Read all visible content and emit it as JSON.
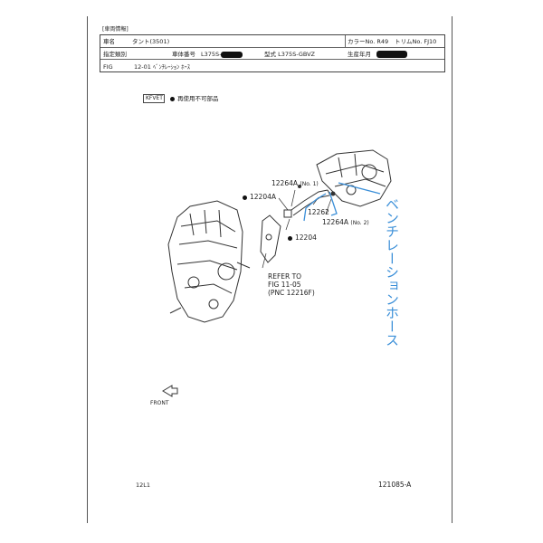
{
  "header": {
    "section_title": "[車両情報]",
    "row1": {
      "car_name_label": "車名",
      "car_name_value": "タント(3501)",
      "color_no": "カラーNo. R49",
      "trim_no": "トリムNo. FJ10"
    },
    "row2": {
      "designation_label": "指定類別",
      "chassis_label": "車体番号",
      "chassis_prefix": "L375S-",
      "model_label": "型式",
      "model_value": "L375S-GBVZ",
      "production_label": "生産年月"
    },
    "row3": {
      "fig_label": "FIG",
      "fig_value": "12-01 ﾍﾞﾝﾁﾚｰｼｮﾝ ﾎｰｽ"
    }
  },
  "legend": {
    "code": "KFVET",
    "text": "再使用不可部品"
  },
  "diagram": {
    "parts": [
      {
        "code": "12264A",
        "note": "(No. 1)"
      },
      {
        "code": "12262",
        "note": ""
      },
      {
        "code": "12264A",
        "note": "(No. 2)"
      },
      {
        "code": "12204A",
        "note": ""
      },
      {
        "code": "12204",
        "note": ""
      }
    ],
    "refer_line1": "REFER TO",
    "refer_line2": "FIG   11-05",
    "refer_line3": "(PNC 12216F)",
    "front_label": "FRONT",
    "handwritten_note": "ベンチレーションホース"
  },
  "footer": {
    "left_code": "12L1",
    "right_code": "121085-A"
  },
  "colors": {
    "ink": "#222222",
    "handwriting": "#3b8fd8",
    "redaction": "#111111"
  }
}
